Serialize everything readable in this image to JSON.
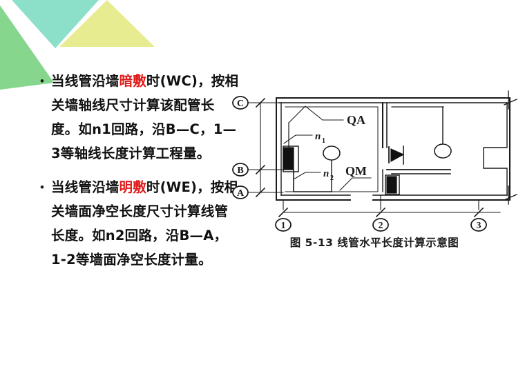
{
  "slide": {
    "decor": {
      "triangle_green": "#86d68e",
      "triangle_teal": "#8ce0c9",
      "triangle_yellow": "#e8ec90"
    },
    "bullets": [
      {
        "marker": "•",
        "segments": [
          {
            "text": "当线管沿墙",
            "color": "normal"
          },
          {
            "text": "暗敷",
            "color": "red"
          },
          {
            "text": "时(WC)，按相关墙轴线尺寸计算该配管长度。如n1回路，沿B—C，1—3等轴线长度计算工程量。",
            "color": "normal"
          }
        ],
        "plain": "当线管沿墙暗敷时(WC)，按相关墙轴线尺寸计算该配管长度。如n1回路，沿B—C，1—3等轴线长度计算工程量。"
      },
      {
        "marker": "•",
        "segments": [
          {
            "text": "当线管沿墙",
            "color": "normal"
          },
          {
            "text": "明敷",
            "color": "red"
          },
          {
            "text": "时(WE)，按相关墙面净空长度尺寸计算线管长度。如n2回路，沿B—A，1-2等墙面净空长度计量。",
            "color": "normal"
          }
        ],
        "plain": "当线管沿墙明敷时(WE)，按相关墙面净空长度尺寸计算线管长度。如n2回路，沿B—A，1-2等墙面净空长度计量。"
      }
    ],
    "figure": {
      "caption": "图 5-13    线管水平长度计算示意图",
      "vertical_axis_labels": [
        "C",
        "B",
        "A"
      ],
      "horizontal_axis_labels": [
        "1",
        "2",
        "3"
      ],
      "annotations": [
        {
          "id": "qa",
          "label": "QA"
        },
        {
          "id": "n1",
          "label": "n",
          "sub": "1"
        },
        {
          "id": "n2",
          "label": "n",
          "sub": "2"
        },
        {
          "id": "qm",
          "label": "QM"
        }
      ]
    }
  }
}
